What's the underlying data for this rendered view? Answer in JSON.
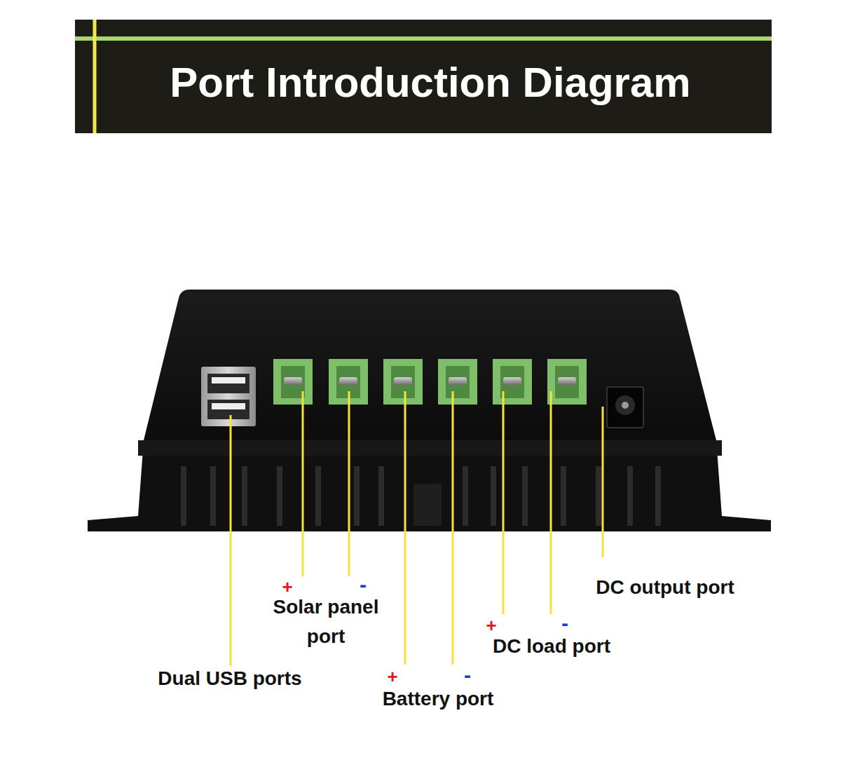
{
  "diagram": {
    "title": "Port Introduction Diagram",
    "labels": [
      "+",
      "-",
      "DC output port",
      "Solar panel port",
      "+",
      "-",
      "DC load port",
      "Dual USB ports",
      "+",
      "-",
      "Battery port"
    ]
  }
}
